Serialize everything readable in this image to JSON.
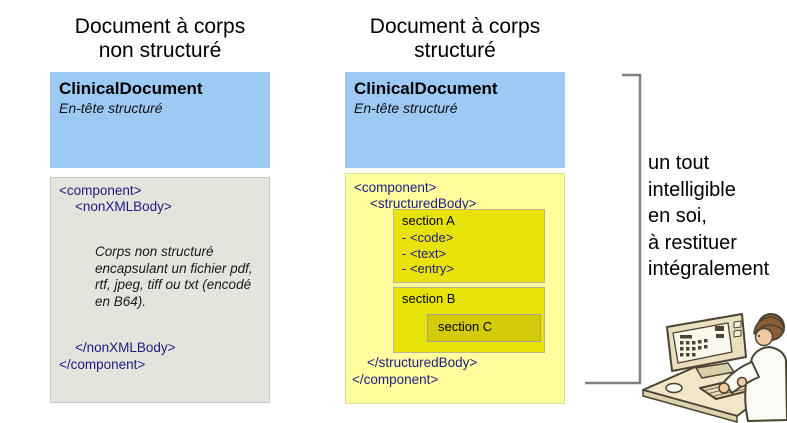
{
  "titles": {
    "left": [
      "Document à corps",
      "non structuré"
    ],
    "middle": [
      "Document à corps",
      "structuré"
    ]
  },
  "header": {
    "title": "ClinicalDocument",
    "subtitle": "En-tête structuré"
  },
  "unstructured": {
    "open_component": "<component>",
    "open_body": "<nonXMLBody>",
    "description": [
      "Corps non structuré",
      "encapsulant un fichier pdf,",
      "rtf, jpeg, tiff ou txt (encodé",
      "en B64)."
    ],
    "close_body": "</nonXMLBody>",
    "close_component": "</component>"
  },
  "structured": {
    "open_component": "<component>",
    "open_body": "<structuredBody>",
    "section_a": {
      "label": "section A",
      "items": [
        "- <code>",
        "- <text>",
        "- <entry>"
      ]
    },
    "section_b": {
      "label": "section B"
    },
    "section_c": {
      "label": "section C"
    },
    "close_body": "</structuredBody>",
    "close_component": "</component>"
  },
  "annotation": {
    "lines": [
      "un tout",
      "intelligible",
      "en soi,",
      "à restituer",
      "intégralement"
    ]
  },
  "colors": {
    "header_blue": "#9DC9F5",
    "unstructured_gray": "#E4E4DC",
    "structured_pale_yellow": "#FFFF9E",
    "section_yellow": "#E9E30C",
    "section_c_yellow": "#D5CB0A",
    "xml_tag_navy": "#1F1C85",
    "bracket_gray": "#7F7F7F"
  }
}
